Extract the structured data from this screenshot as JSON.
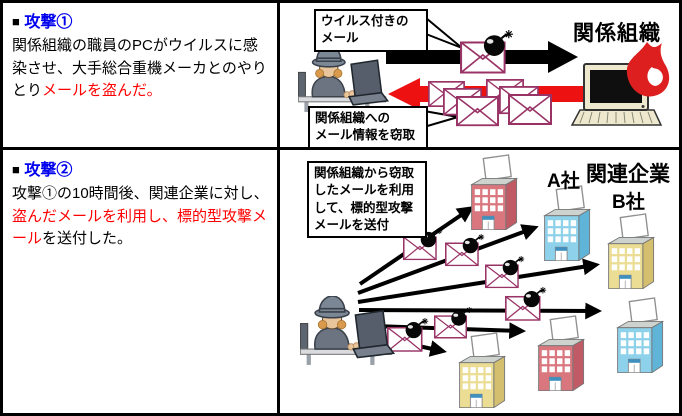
{
  "colors": {
    "title_blue": "#0000EE",
    "emphasis_red": "#FF0000",
    "arrow_red": "#EE1111",
    "envelope_purple": "#993366",
    "flame_red": "#DD1F1F",
    "building_red": "#D9767E",
    "building_red_side": "#C05B66",
    "building_blue": "#8ED1EA",
    "building_blue_side": "#5FB4D8",
    "building_yellow": "#EBDD94",
    "building_yellow_side": "#D4BF6E",
    "door_blue": "#3F8FBF",
    "hat_gray": "#7B8795",
    "coat_gray": "#6B7480",
    "laptop_gray": "#555E6A",
    "monitor_beige": "#EDE8CE"
  },
  "attack1": {
    "marker": "■",
    "title": "攻撃①",
    "body_black": "関係組織の職員のPCがウイルスに感染させ、大手総合重機メーカとのやりとり",
    "body_red": "メールを盗んだ。",
    "callout_virus": "ウイルス付きの\nメール",
    "callout_steal": "関係組織への\nメール情報を窃取",
    "org_label": "関係組織"
  },
  "attack2": {
    "marker": "■",
    "title": "攻撃②",
    "body_black1": "攻撃①の10時間後、関連企業に対し、",
    "body_red": "盗んだメールを利用し、標的型攻撃メール",
    "body_black2": "を送付した。",
    "callout": "関係組織から窃取\nしたメールを利用\nして、標的型攻撃\nメールを送付",
    "label_related": "関連企業",
    "label_company_a": "A社",
    "label_company_b": "B社"
  }
}
